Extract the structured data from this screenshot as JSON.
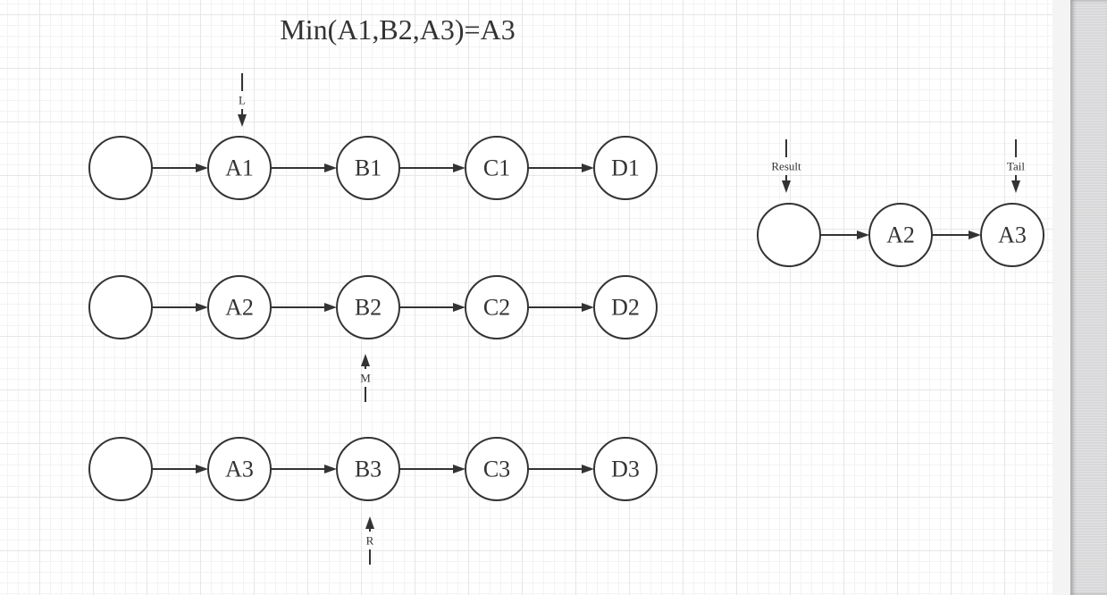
{
  "title": "Min(A1,B2,A3)=A3",
  "lists": [
    {
      "name": "row-1",
      "nodes": [
        "",
        "A1",
        "B1",
        "C1",
        "D1"
      ]
    },
    {
      "name": "row-2",
      "nodes": [
        "",
        "A2",
        "B2",
        "C2",
        "D2"
      ]
    },
    {
      "name": "row-3",
      "nodes": [
        "",
        "A3",
        "B3",
        "C3",
        "D3"
      ]
    },
    {
      "name": "result",
      "nodes": [
        "",
        "A2",
        "A3"
      ]
    }
  ],
  "pointers": [
    {
      "name": "l",
      "label": "L",
      "points_to": "A1",
      "direction": "down"
    },
    {
      "name": "m",
      "label": "M",
      "points_to": "B2",
      "direction": "up"
    },
    {
      "name": "r",
      "label": "R",
      "points_to": "B3",
      "direction": "up"
    },
    {
      "name": "result",
      "label": "Result",
      "points_to": "result head",
      "direction": "down"
    },
    {
      "name": "tail",
      "label": "Tail",
      "points_to": "A3",
      "direction": "down"
    }
  ],
  "colors": {
    "stroke": "#333333",
    "background": "#ffffff",
    "grid": "#e6e6e6"
  }
}
